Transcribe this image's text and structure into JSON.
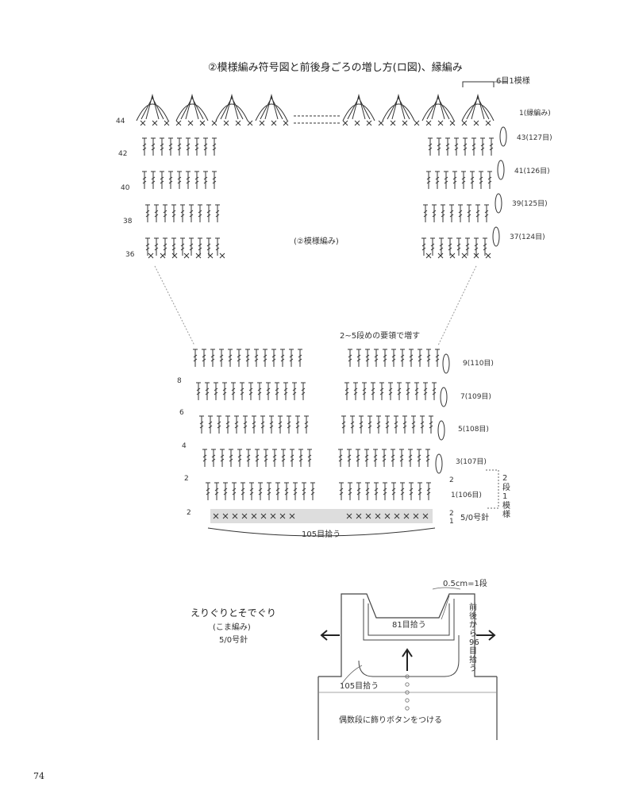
{
  "title": "②模様編み符号図と前後身ごろの増し方(ロ図)、縁編み",
  "top_chart": {
    "repeat_label": "6目1模様",
    "pattern_label": "(②模様編み)",
    "left_rows": [
      "44",
      "42",
      "40",
      "38",
      "36"
    ],
    "right_rows": [
      "1(縁編み)",
      "43(127目)",
      "41(126目)",
      "39(125目)",
      "37(124目)"
    ]
  },
  "bottom_chart": {
    "increase_note": "2~5段めの要領で増す",
    "left_rows": [
      "8",
      "6",
      "4",
      "2",
      "2"
    ],
    "right_rows": [
      "9(110目)",
      "7(109目)",
      "5(108目)",
      "3(107目)",
      "2",
      "1(106目)",
      "2",
      "1"
    ],
    "bracket_label": "2段1模様",
    "needle": "5/0号針",
    "pickup": "105目拾う"
  },
  "neck_section": {
    "title": "えりぐりとそでぐり",
    "subtitle": "(こま編み)",
    "needle": "5/0号針",
    "gauge": "0.5cm=1段",
    "pick_81": "81目拾う",
    "pick_96": "前後から96目拾う",
    "pick_105": "105目拾う",
    "button_note": "偶数段に飾りボタンをつける"
  },
  "page_number": "74"
}
